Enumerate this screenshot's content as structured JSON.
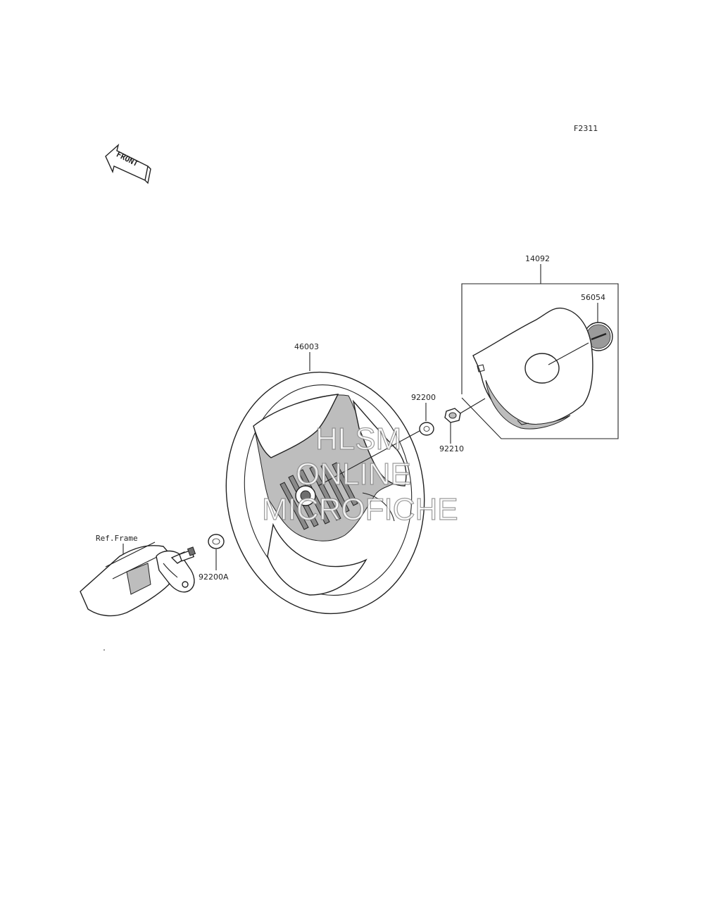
{
  "figure_code": "F2311",
  "front_label": "FRONT",
  "parts": {
    "cover": "14092",
    "emblem": "56054",
    "steering_wheel": "46003",
    "washer": "92200",
    "nut": "92210",
    "washer_a": "92200A",
    "ref_frame": "Ref.Frame"
  },
  "watermark": {
    "line1": "HLSM",
    "line2": "ONLINE",
    "line3": "MICROFICHE"
  }
}
